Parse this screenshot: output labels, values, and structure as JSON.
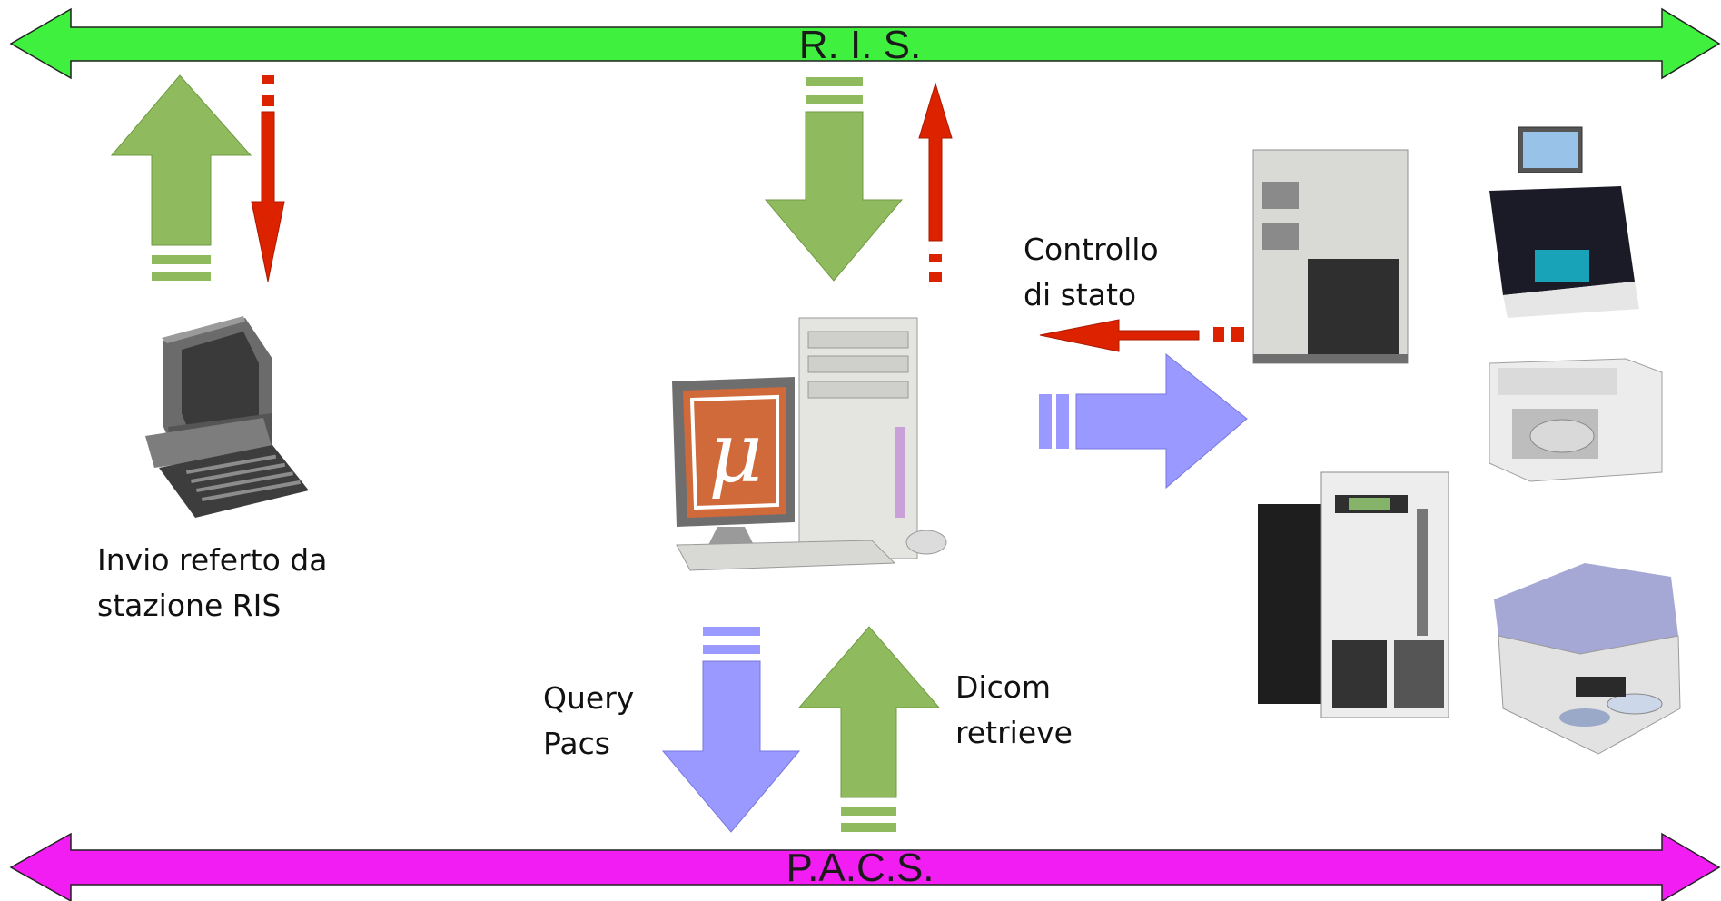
{
  "buses": {
    "ris_label": "R. I. S.",
    "pacs_label": "P.A.C.S."
  },
  "captions": {
    "ris_station_line1": "Invio referto da",
    "ris_station_line2": "stazione RIS",
    "status_check_line1": "Controllo",
    "status_check_line2": "di stato",
    "query_line1": "Query",
    "query_line2": "Pacs",
    "retrieve_line1": "Dicom",
    "retrieve_line2": "retrieve"
  },
  "icons": {
    "central_server": "desktop-pc-icon",
    "ris_workstation": "workstation-icon",
    "publishers": [
      "disc-publisher-icon",
      "disc-publisher-icon",
      "disc-publisher-icon",
      "disc-publisher-icon",
      "disc-publisher-icon"
    ],
    "logo_glyph": "μ"
  },
  "colors": {
    "ris_bus": "#3ff03f",
    "pacs_bus": "#f21df2",
    "green_arrow": "#8fbb5e",
    "red_arrow": "#dd2200",
    "blue_arrow": "#9999ff",
    "logo_orange": "#d06a3a"
  }
}
